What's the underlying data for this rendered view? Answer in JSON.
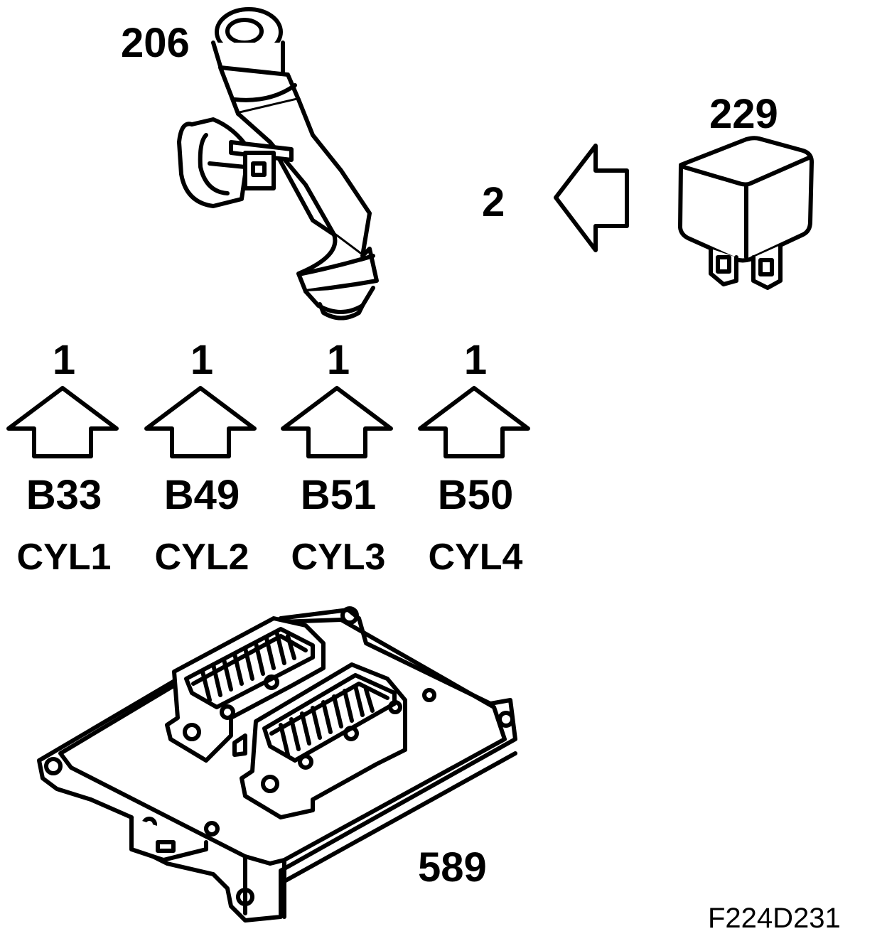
{
  "components": {
    "injector": {
      "label": "206"
    },
    "relay": {
      "label": "229"
    },
    "ecu": {
      "label": "589"
    }
  },
  "relay_arrow": {
    "label": "2"
  },
  "connections": [
    {
      "pin_label": "1",
      "connector": "B33",
      "cylinder": "CYL1"
    },
    {
      "pin_label": "1",
      "connector": "B49",
      "cylinder": "CYL2"
    },
    {
      "pin_label": "1",
      "connector": "B51",
      "cylinder": "CYL3"
    },
    {
      "pin_label": "1",
      "connector": "B50",
      "cylinder": "CYL4"
    }
  ],
  "figure_ref": "F224D231"
}
